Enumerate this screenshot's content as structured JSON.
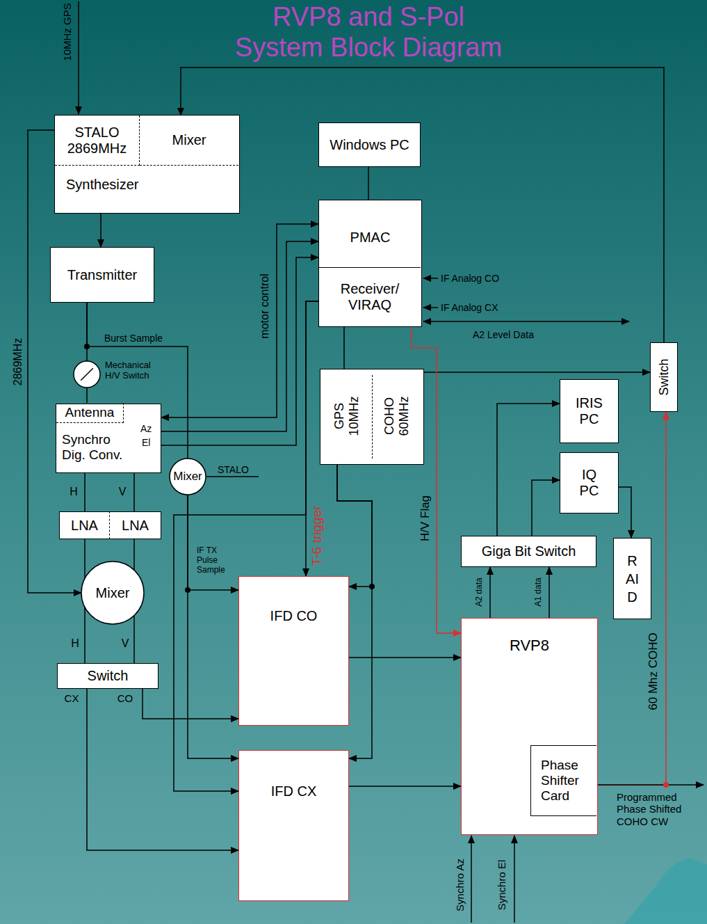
{
  "diagram": {
    "title": "RVP8 and S-Pol System Block Diagram",
    "nodes": [
      {
        "text": [
          "Synthesizer"
        ]
      },
      {
        "text": [
          "STALO 2869MHz"
        ],
        "in": 0
      },
      {
        "text": [
          "Mixer"
        ],
        "in": 0
      },
      {
        "text": [
          "Windows PC"
        ]
      },
      {
        "text": [
          "PMAC"
        ]
      },
      {
        "text": [
          "Receiver/ VIRAQ"
        ],
        "in": 4
      },
      {
        "text": [
          "Transmitter"
        ]
      },
      {
        "text": [
          "Mechanical H/V Switch"
        ]
      },
      {
        "text": [
          "Synchro Dig. Conv.",
          "Az",
          "El"
        ]
      },
      {
        "text": [
          "Antenna"
        ],
        "in": 8
      },
      {
        "text": [
          "GPS 10MHz",
          "COHO 60MHz"
        ]
      },
      {
        "text": [
          "Switch"
        ]
      },
      {
        "text": [
          "IRIS PC"
        ]
      },
      {
        "text": [
          "IQ PC"
        ]
      },
      {
        "text": [
          "Mixer"
        ]
      },
      {
        "text": [
          "LNA"
        ]
      },
      {
        "text": [
          "LNA"
        ]
      },
      {
        "text": [
          "Giga Bit Switch"
        ]
      },
      {
        "text": [
          "RAID"
        ]
      },
      {
        "text": [
          "Mixer"
        ]
      },
      {
        "text": [
          "IFD CO"
        ]
      },
      {
        "text": [
          "RVP8"
        ]
      },
      {
        "text": [
          "Switch"
        ]
      },
      {
        "text": [
          "IFD CX"
        ]
      },
      {
        "text": [
          "Phase Shifter Card"
        ],
        "in": 21
      }
    ],
    "edges": [
      {
        "from": 0,
        "to": 6,
        "arrow": "to"
      },
      {
        "from": 11,
        "to": 2,
        "arrow": "to"
      },
      {
        "from": 1,
        "to": 19,
        "arrow": "to",
        "label": "2869MHz"
      },
      {
        "from": 6,
        "to": 7,
        "arrow": "none"
      },
      {
        "from": 7,
        "to": 9,
        "arrow": "none"
      },
      {
        "from": 6,
        "to": 14,
        "arrow": "none",
        "label": "Burst Sample"
      },
      {
        "from": 14,
        "to": 20,
        "arrow": "to",
        "label": "IF TX Pulse Sample"
      },
      {
        "from": 14,
        "to": 23,
        "arrow": "to"
      },
      {
        "from": 8,
        "to": 15,
        "arrow": "none"
      },
      {
        "from": 8,
        "to": 16,
        "arrow": "none"
      },
      {
        "from": 15,
        "to": 19,
        "arrow": "none"
      },
      {
        "from": 16,
        "to": 19,
        "arrow": "none"
      },
      {
        "from": 19,
        "to": 22,
        "arrow": "none"
      },
      {
        "from": 19,
        "to": 22,
        "arrow": "none"
      },
      {
        "from": 22,
        "to": 20,
        "arrow": "to"
      },
      {
        "from": 22,
        "to": 23,
        "arrow": "to"
      },
      {
        "from": 4,
        "to": 8,
        "arrow": "both",
        "label": "motor control"
      },
      {
        "from": 8,
        "to": 4,
        "arrow": "to"
      },
      {
        "from": 8,
        "to": 4,
        "arrow": "to"
      },
      {
        "from": 5,
        "to": 20,
        "arrow": "to",
        "label": "T-6 trigger"
      },
      {
        "from": 5,
        "to": 23,
        "arrow": "to"
      },
      {
        "from": 3,
        "to": 4,
        "arrow": "none"
      },
      {
        "from": 5,
        "to": 10,
        "arrow": "none"
      },
      {
        "from": 10,
        "to": 11,
        "arrow": "to"
      },
      {
        "from": 10,
        "to": 20,
        "arrow": "to"
      },
      {
        "from": 10,
        "to": 23,
        "arrow": "to"
      },
      {
        "from": 20,
        "to": 21,
        "arrow": "to"
      },
      {
        "from": 23,
        "to": 21,
        "arrow": "to"
      },
      {
        "from": 5,
        "to": 21,
        "arrow": "to",
        "label": "H/V Flag"
      },
      {
        "from": 21,
        "to": 17,
        "arrow": "to",
        "label": "A2 data"
      },
      {
        "from": 21,
        "to": 17,
        "arrow": "to",
        "label": "A1 data"
      },
      {
        "from": 17,
        "to": 12,
        "arrow": "to"
      },
      {
        "from": 17,
        "to": 13,
        "arrow": "to"
      },
      {
        "from": 13,
        "to": 18,
        "arrow": "to"
      },
      {
        "from": 24,
        "to": 11,
        "arrow": "to",
        "label": "60 Mhz COHO"
      }
    ],
    "labels": [
      "10MHz GPS",
      "STALO",
      "IF Analog CO",
      "IF Analog CX",
      "A2 Level Data",
      "H",
      "V",
      "H",
      "V",
      "CX",
      "CO",
      "Synchro Az",
      "Synchro El",
      "Programmed Phase Shifted COHO CW"
    ]
  }
}
